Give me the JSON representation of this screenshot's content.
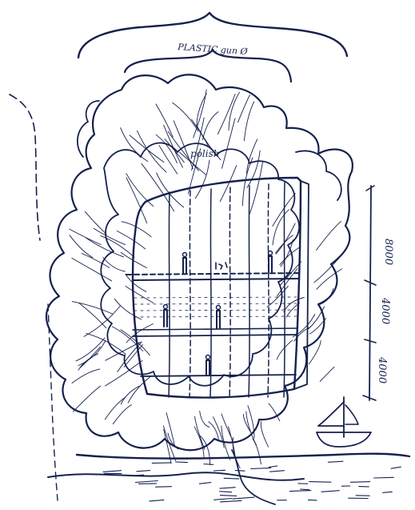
{
  "sketch": {
    "title_label": "PLASTIC gun Ø",
    "layer_label": "polish",
    "dimensions": [
      "8000",
      "4000",
      "4000"
    ]
  },
  "colors": {
    "ink": "#15214d",
    "paper": "#ffffff"
  },
  "icons": [
    "sailboat-icon",
    "human-figure-icon"
  ]
}
